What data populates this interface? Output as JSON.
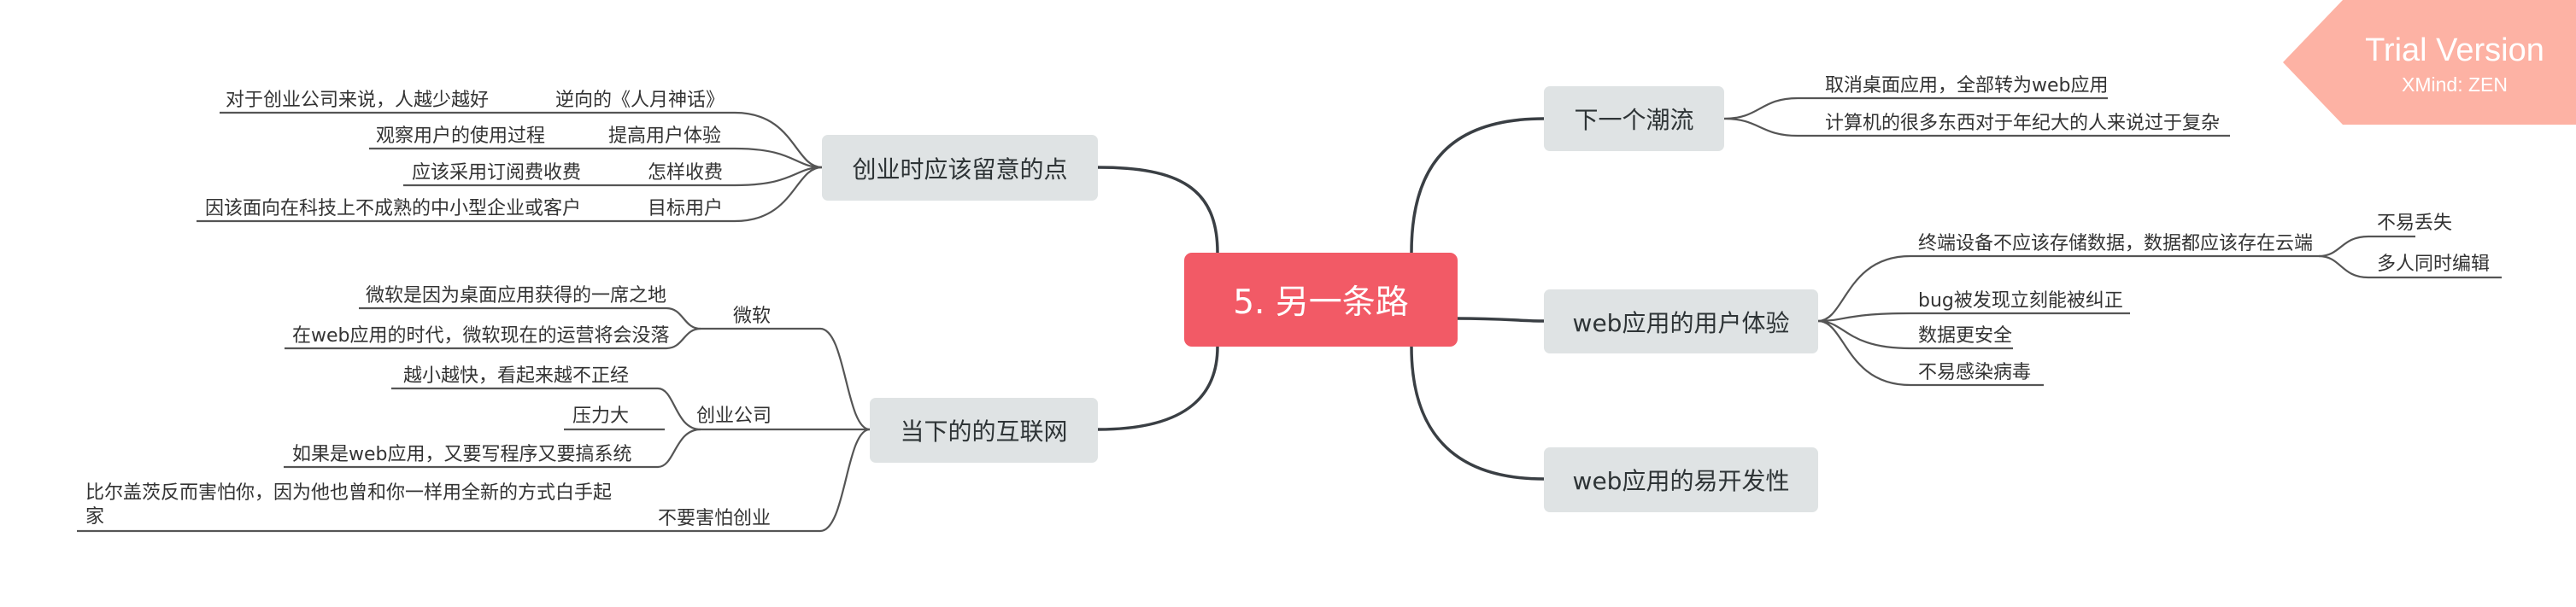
{
  "watermark": {
    "title": "Trial Version",
    "subtitle": "XMind: ZEN",
    "color": "#fdb2a4"
  },
  "central": {
    "label": "5. 另一条路",
    "color": "#f25a66"
  },
  "colors": {
    "node_bg": "#dfe3e4",
    "main_line": "#3a3f44",
    "leaf_line": "#555555"
  },
  "right": {
    "next_wave": {
      "label": "下一个潮流",
      "children": [
        "取消桌面应用，全部转为web应用",
        "计算机的很多东西对于年纪大的人来说过于复杂"
      ]
    },
    "ux": {
      "label": "web应用的用户体验",
      "storage": {
        "label": "终端设备不应该存储数据，数据都应该存在云端",
        "children": [
          "不易丢失",
          "多人同时编辑"
        ]
      },
      "children": [
        "bug被发现立刻能被纠正",
        "数据更安全",
        "不易感染病毒"
      ]
    },
    "easy_dev": {
      "label": "web应用的易开发性"
    }
  },
  "left": {
    "startup_notes": {
      "label": "创业时应该留意的点",
      "items": [
        {
          "label": "逆向的《人月神话》",
          "child": "对于创业公司来说，人越少越好"
        },
        {
          "label": "提高用户体验",
          "child": "观察用户的使用过程"
        },
        {
          "label": "怎样收费",
          "child": "应该采用订阅费收费"
        },
        {
          "label": "目标用户",
          "child": "因该面向在科技上不成熟的中小型企业或客户"
        }
      ]
    },
    "internet_now": {
      "label": "当下的的互联网",
      "microsoft": {
        "label": "微软",
        "children": [
          "微软是因为桌面应用获得的一席之地",
          "在web应用的时代，微软现在的运营将会没落"
        ]
      },
      "startup": {
        "label": "创业公司",
        "children": [
          "越小越快，看起来越不正经",
          "压力大",
          "如果是web应用，又要写程序又要搞系统"
        ]
      },
      "no_fear": {
        "label": "不要害怕创业",
        "child": "比尔盖茨反而害怕你，因为他也曾和你一样用全新的方式白手起家"
      }
    }
  }
}
